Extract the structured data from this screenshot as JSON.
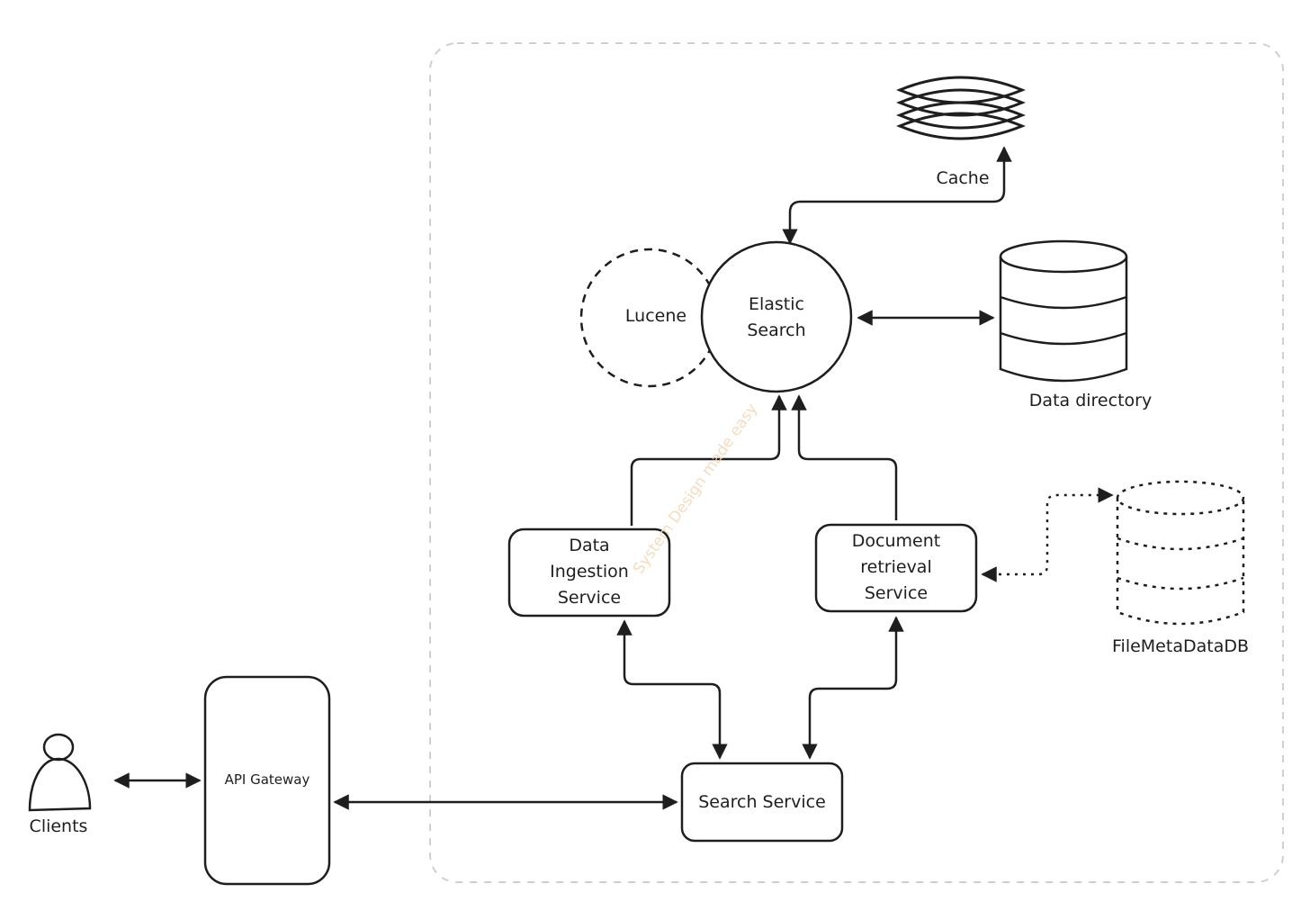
{
  "diagram": {
    "title": "",
    "watermark": "System Design made easy",
    "boundary": {
      "label": ""
    },
    "nodes": {
      "clients": {
        "label": "Clients",
        "icon": "person-icon"
      },
      "api_gateway": {
        "label": "API Gateway"
      },
      "search_service": {
        "label": "Search Service"
      },
      "data_ingestion": {
        "line1": "Data",
        "line2": "Ingestion",
        "line3": "Service"
      },
      "document_retrieval": {
        "line1": "Document",
        "line2": "retrieval",
        "line3": "Service"
      },
      "elastic_search": {
        "line1": "Elastic",
        "line2": "Search"
      },
      "lucene": {
        "label": "Lucene"
      },
      "cache": {
        "label": "Cache",
        "icon": "layers-icon"
      },
      "data_directory": {
        "label": "Data directory",
        "icon": "database-icon"
      },
      "file_metadata_db": {
        "label": "FileMetaDataDB",
        "icon": "database-icon"
      }
    },
    "edges": [
      {
        "from": "clients",
        "to": "api_gateway",
        "style": "solid",
        "direction": "both"
      },
      {
        "from": "api_gateway",
        "to": "search_service",
        "style": "solid",
        "direction": "both"
      },
      {
        "from": "search_service",
        "to": "data_ingestion",
        "style": "solid",
        "direction": "both"
      },
      {
        "from": "search_service",
        "to": "document_retrieval",
        "style": "solid",
        "direction": "both"
      },
      {
        "from": "data_ingestion",
        "to": "elastic_search",
        "style": "solid",
        "direction": "forward"
      },
      {
        "from": "document_retrieval",
        "to": "elastic_search",
        "style": "solid",
        "direction": "forward"
      },
      {
        "from": "elastic_search",
        "to": "data_directory",
        "style": "solid",
        "direction": "both"
      },
      {
        "from": "elastic_search",
        "to": "cache",
        "style": "solid",
        "direction": "both"
      },
      {
        "from": "document_retrieval",
        "to": "file_metadata_db",
        "style": "dotted",
        "direction": "both"
      }
    ],
    "colors": {
      "stroke": "#1e1e1e",
      "boundary": "#c9d1d9",
      "watermark": "#f5d9b8",
      "background": "#ffffff"
    }
  }
}
